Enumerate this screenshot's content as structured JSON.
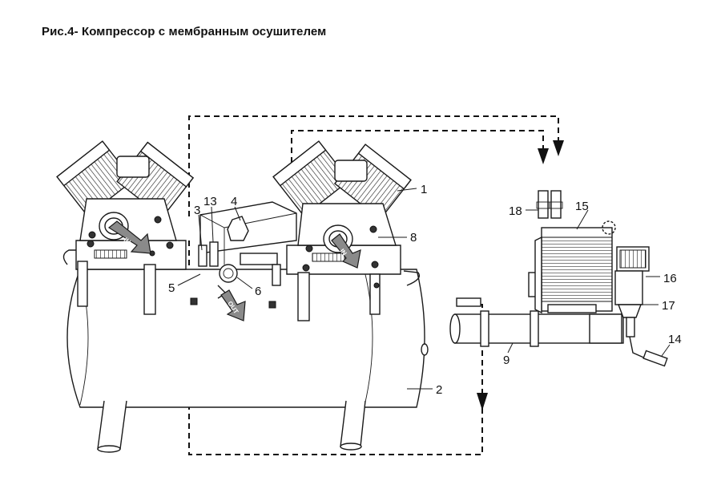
{
  "title": "Рис.4-  Компрессор с мембранным осушителем",
  "flow_labels": {
    "in": "IN",
    "out": "OUT"
  },
  "callouts": [
    "1",
    "2",
    "3",
    "4",
    "5",
    "6",
    "8",
    "9",
    "13",
    "14",
    "15",
    "16",
    "17",
    "18"
  ]
}
